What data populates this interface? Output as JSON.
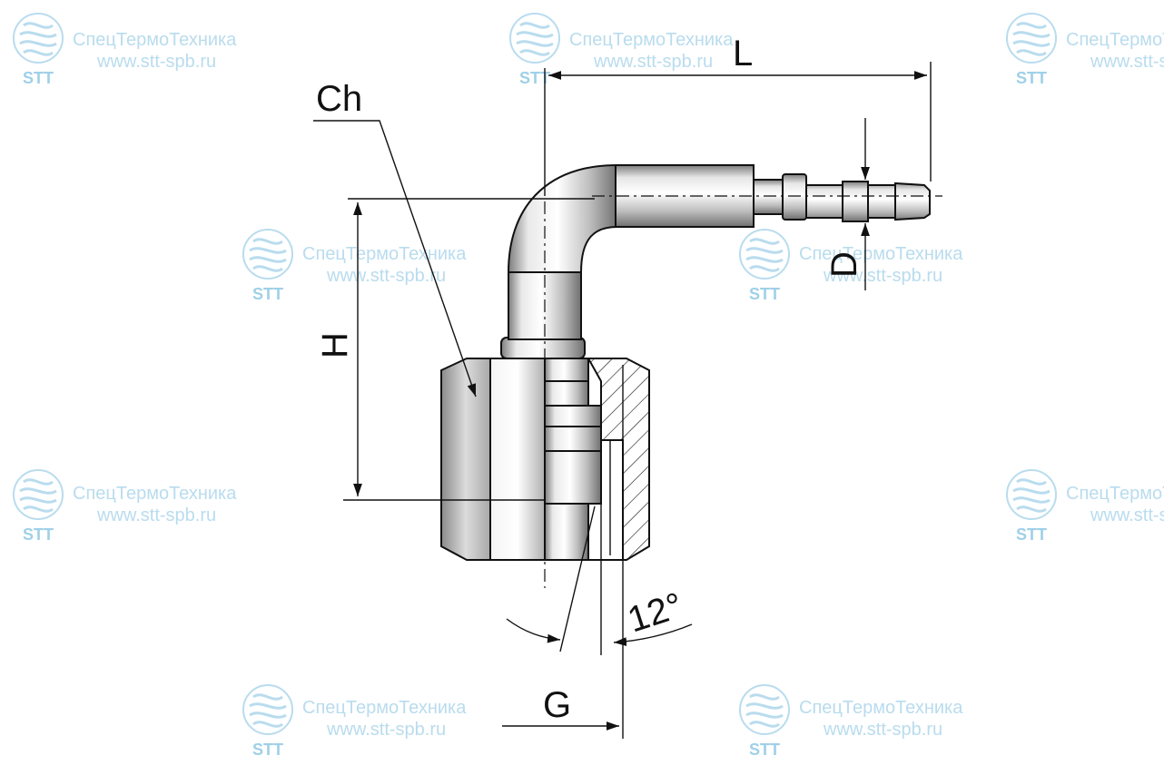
{
  "watermark": {
    "company": "СпецТермоТехника",
    "url": "www.stt-spb.ru",
    "logo_text": "STT"
  },
  "dimensions": {
    "length": "L",
    "hex_size": "Ch",
    "height": "H",
    "hose_diameter": "D",
    "thread": "G",
    "cone_angle": "12°"
  },
  "colors": {
    "watermark": "#b9dcee",
    "line": "#111111",
    "metal_light": "#ffffff",
    "metal_dark": "#8c8c8c"
  }
}
